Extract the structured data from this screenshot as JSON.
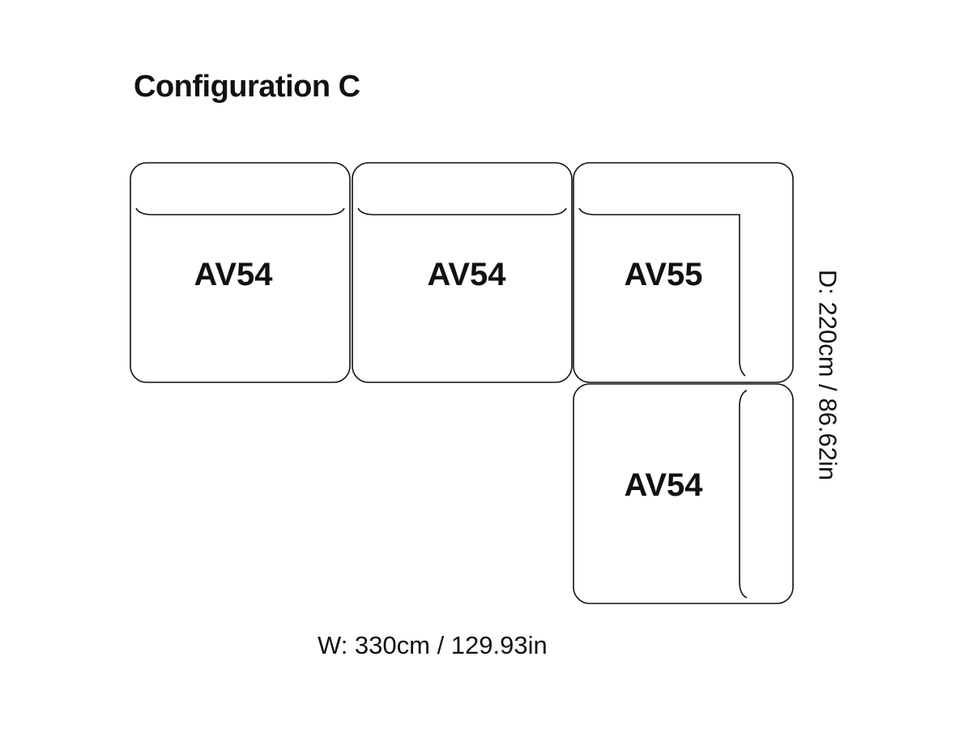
{
  "title": "Configuration C",
  "modules": [
    {
      "label": "AV54",
      "type": "straight"
    },
    {
      "label": "AV54",
      "type": "straight"
    },
    {
      "label": "AV55",
      "type": "corner"
    },
    {
      "label": "AV54",
      "type": "straight-rotated"
    }
  ],
  "dimensions": {
    "width": "W: 330cm / 129.93in",
    "depth": "D: 220cm / 86.62in"
  },
  "colors": {
    "line": "#111111",
    "background": "#ffffff"
  }
}
